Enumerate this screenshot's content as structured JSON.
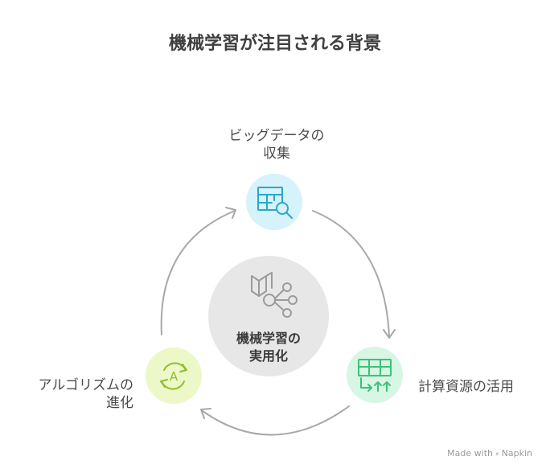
{
  "title": "機械学習が注目される背景",
  "center": {
    "line1": "機械学習の",
    "line2": "実用化"
  },
  "nodes": [
    {
      "line1": "ビッグデータの",
      "line2": "収集",
      "color": "#d6f2fb",
      "icon": "table-search-icon"
    },
    {
      "line1": "計算資源の活用",
      "color": "#d7f6e4",
      "icon": "grid-arrows-icon"
    },
    {
      "line1": "アルゴリズムの",
      "line2": "進化",
      "color": "#ecf8c8",
      "icon": "algorithm-cycle-icon"
    }
  ],
  "watermark": "Made with ⸗ Napkin",
  "colors": {
    "center": "#e7e7e7",
    "arrow": "#a8a8a8"
  }
}
